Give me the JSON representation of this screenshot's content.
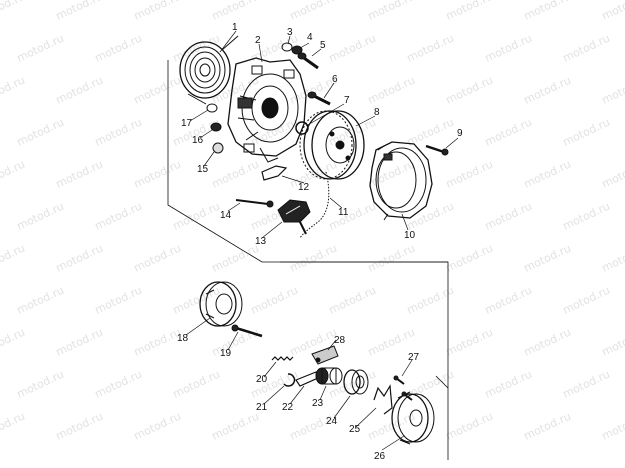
{
  "diagram": {
    "watermark_text": "motod.ru",
    "callouts": [
      "1",
      "2",
      "3",
      "4",
      "5",
      "6",
      "7",
      "8",
      "9",
      "10",
      "11",
      "12",
      "13",
      "14",
      "15",
      "16",
      "17",
      "18",
      "19",
      "20",
      "21",
      "22",
      "23",
      "24",
      "25",
      "26",
      "27",
      "28"
    ],
    "line_color": "#111111",
    "background_color": "#ffffff"
  }
}
